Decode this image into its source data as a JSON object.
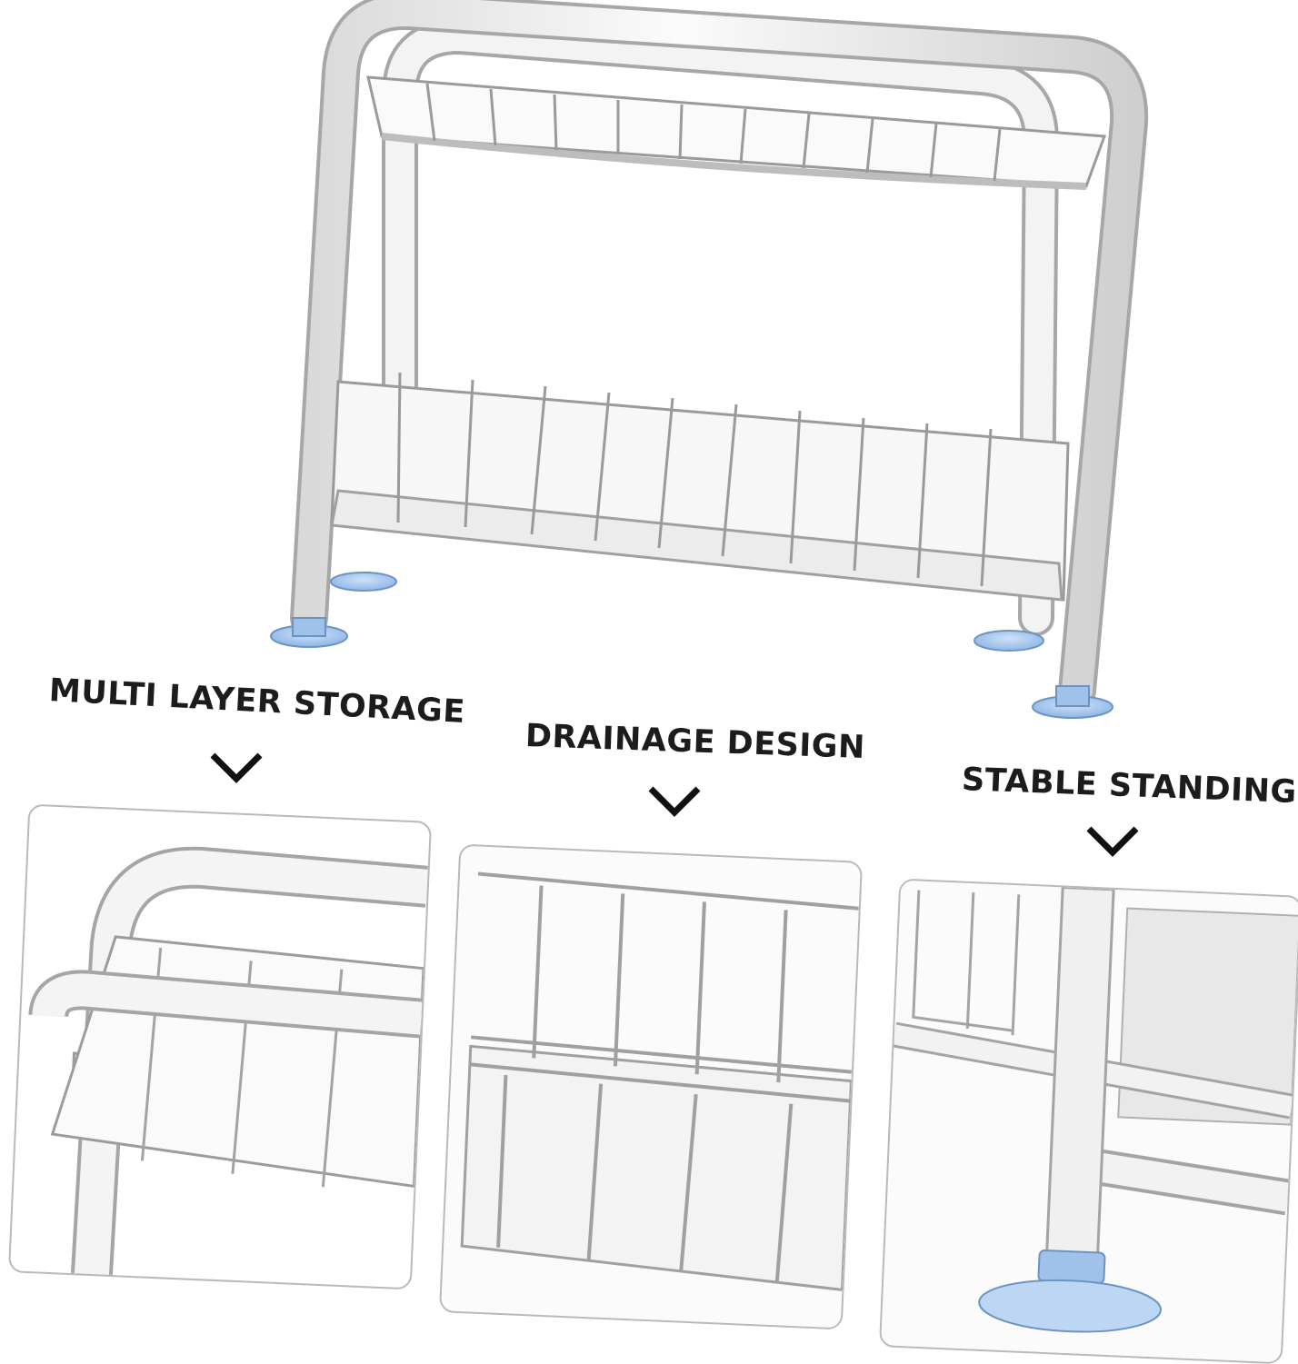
{
  "features": [
    {
      "label": "MULTI LAYER STORAGE",
      "chevron_icon": "chevron-down-icon"
    },
    {
      "label": "DRAINAGE DESIGN",
      "chevron_icon": "chevron-down-icon"
    },
    {
      "label": "STABLE STANDING",
      "chevron_icon": "chevron-down-icon"
    }
  ],
  "colors": {
    "rack_white": "#f2f2f2",
    "rack_outline": "#9a9a9a",
    "suction_cup_blue": "#8fb6e6",
    "card_border": "#b9b9b9",
    "label_text": "#1c1c1c"
  }
}
